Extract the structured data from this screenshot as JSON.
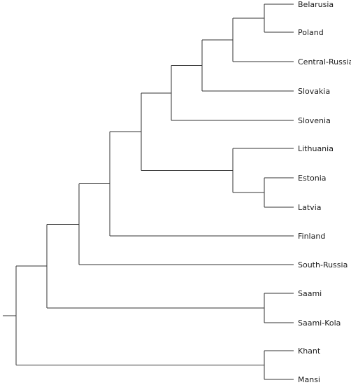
{
  "tree": {
    "leaves": [
      "Belarusia",
      "Poland",
      "Central-Russia",
      "Slovakia",
      "Slovenia",
      "Lithuania",
      "Estonia",
      "Latvia",
      "Finland",
      "South-Russia",
      "Saami",
      "Saami-Kola",
      "Khant",
      "Mansi"
    ]
  }
}
